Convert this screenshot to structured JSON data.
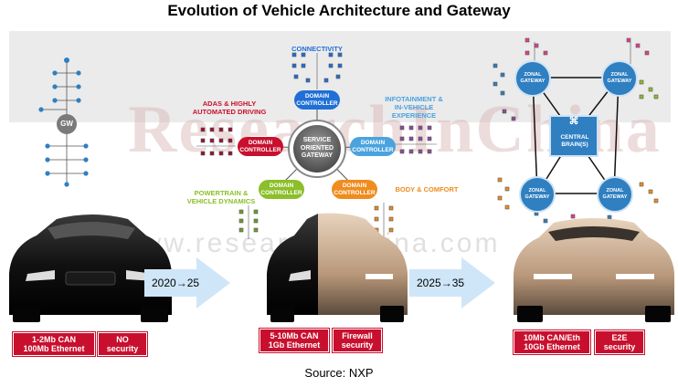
{
  "title": "Evolution of Vehicle Architecture and Gateway",
  "watermark": {
    "main": "ResearchInChina",
    "url": "www.researchinchina.com"
  },
  "stage1": {
    "gw_label": "GW",
    "tags": [
      "1-2Mb CAN\n100Mb Ethernet",
      "NO\nsecurity"
    ]
  },
  "arrow1": {
    "label": "2020→25"
  },
  "stage2": {
    "center": "SERVICE\nORIENTED\nGATEWAY",
    "domains": [
      {
        "label": "DOMAIN\nCONTROLLER",
        "color": "#1f6fd6",
        "caption": "CONNECTIVITY",
        "caption_color": "#1f6fd6"
      },
      {
        "label": "DOMAIN\nCONTROLLER",
        "color": "#4aa3df",
        "caption": "INFOTAINMENT &\nIN-VEHICLE\nEXPERIENCE",
        "caption_color": "#4aa3df"
      },
      {
        "label": "DOMAIN\nCONTROLLER",
        "color": "#f08c1e",
        "caption": "BODY & COMFORT",
        "caption_color": "#f08c1e"
      },
      {
        "label": "DOMAIN\nCONTROLLER",
        "color": "#8cbf2a",
        "caption": "POWERTRAIN &\nVEHICLE DYNAMICS",
        "caption_color": "#8cbf2a"
      },
      {
        "label": "DOMAIN\nCONTROLLER",
        "color": "#c8102e",
        "caption": "ADAS & HIGHLY\nAUTOMATED DRIVING",
        "caption_color": "#c8102e"
      }
    ],
    "tags": [
      "5-10Mb CAN\n1Gb Ethernet",
      "Firewall\nsecurity"
    ]
  },
  "arrow2": {
    "label": "2025→35"
  },
  "stage3": {
    "zonal": [
      "ZONAL\nGATEWAY",
      "ZONAL\nGATEWAY",
      "ZONAL\nGATEWAY",
      "ZONAL\nGATEWAY"
    ],
    "central": "CENTRAL\nBRAIN(S)",
    "tags": [
      "10Mb CAN/Eth\n10Gb Ethernet",
      "E2E\nsecurity"
    ]
  },
  "source": "Source: NXP",
  "colors": {
    "red": "#c8102e",
    "arrow": "#cfe6f8",
    "band": "#ebebeb"
  }
}
